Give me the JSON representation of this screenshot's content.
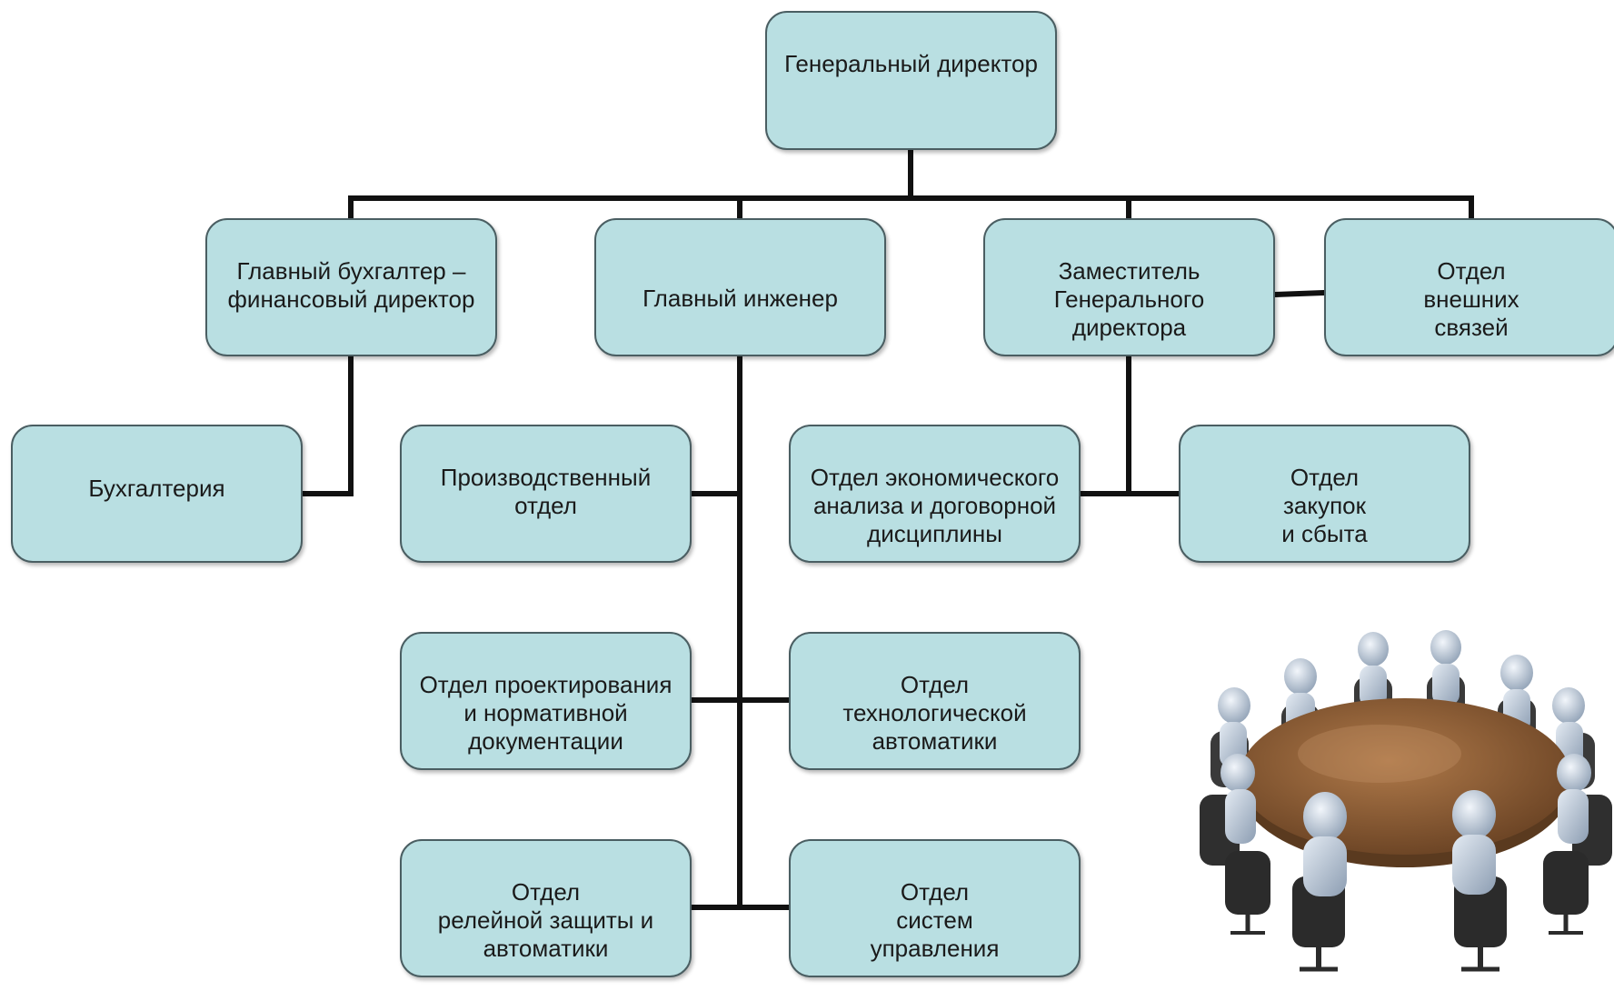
{
  "org_chart": {
    "ceo": "Генеральный директор",
    "chief_accountant": "Главный бухгалтер –\nфинансовый директор",
    "chief_engineer": "Главный инженер",
    "deputy_director": "Заместитель\nГенерального\nдиректора",
    "external_relations": "Отдел\nвнешних\nсвязей",
    "accounting": "Бухгалтерия",
    "production_dept": "Производственный\nотдел",
    "design_dept": "Отдел проектирования\nи нормативной\nдокументации",
    "relay_dept": "Отдел\nрелейной защиты и\nавтоматики",
    "economic_dept": "Отдел экономического\nанализа и договорной\nдисциплины",
    "tech_automation_dept": "Отдел\nтехнологической\nавтоматики",
    "control_systems_dept": "Отдел\nсистем\nуправления",
    "procurement_dept": "Отдел\nзакупок\nи сбыта"
  },
  "colors": {
    "box_fill": "#b9dfe2",
    "box_border": "#4a5e62",
    "connector": "#111111",
    "table_top": "#8a5a33"
  },
  "illustration": "meeting-table-people-icon"
}
